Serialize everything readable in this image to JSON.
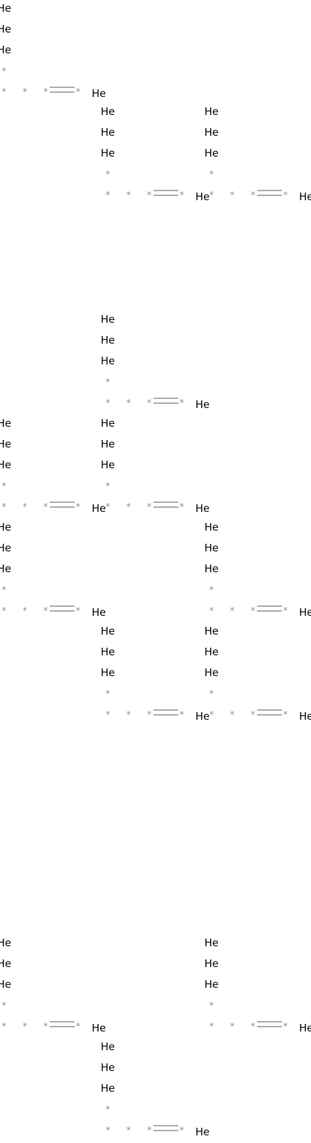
{
  "diagram": {
    "atom_label": "He",
    "attachment_label": "*",
    "colors": {
      "atom": "#000000",
      "attachment": "#8c8c8c",
      "bond": "#8c8c8c",
      "background": "#ffffff"
    },
    "unit": {
      "atoms": [
        "He",
        "He",
        "He",
        "He"
      ],
      "bond": "double",
      "description_visible_labels": [
        "He",
        "He",
        "He",
        "*",
        "*",
        "*",
        "*",
        "*",
        "He"
      ]
    },
    "fragment_count": 13
  }
}
